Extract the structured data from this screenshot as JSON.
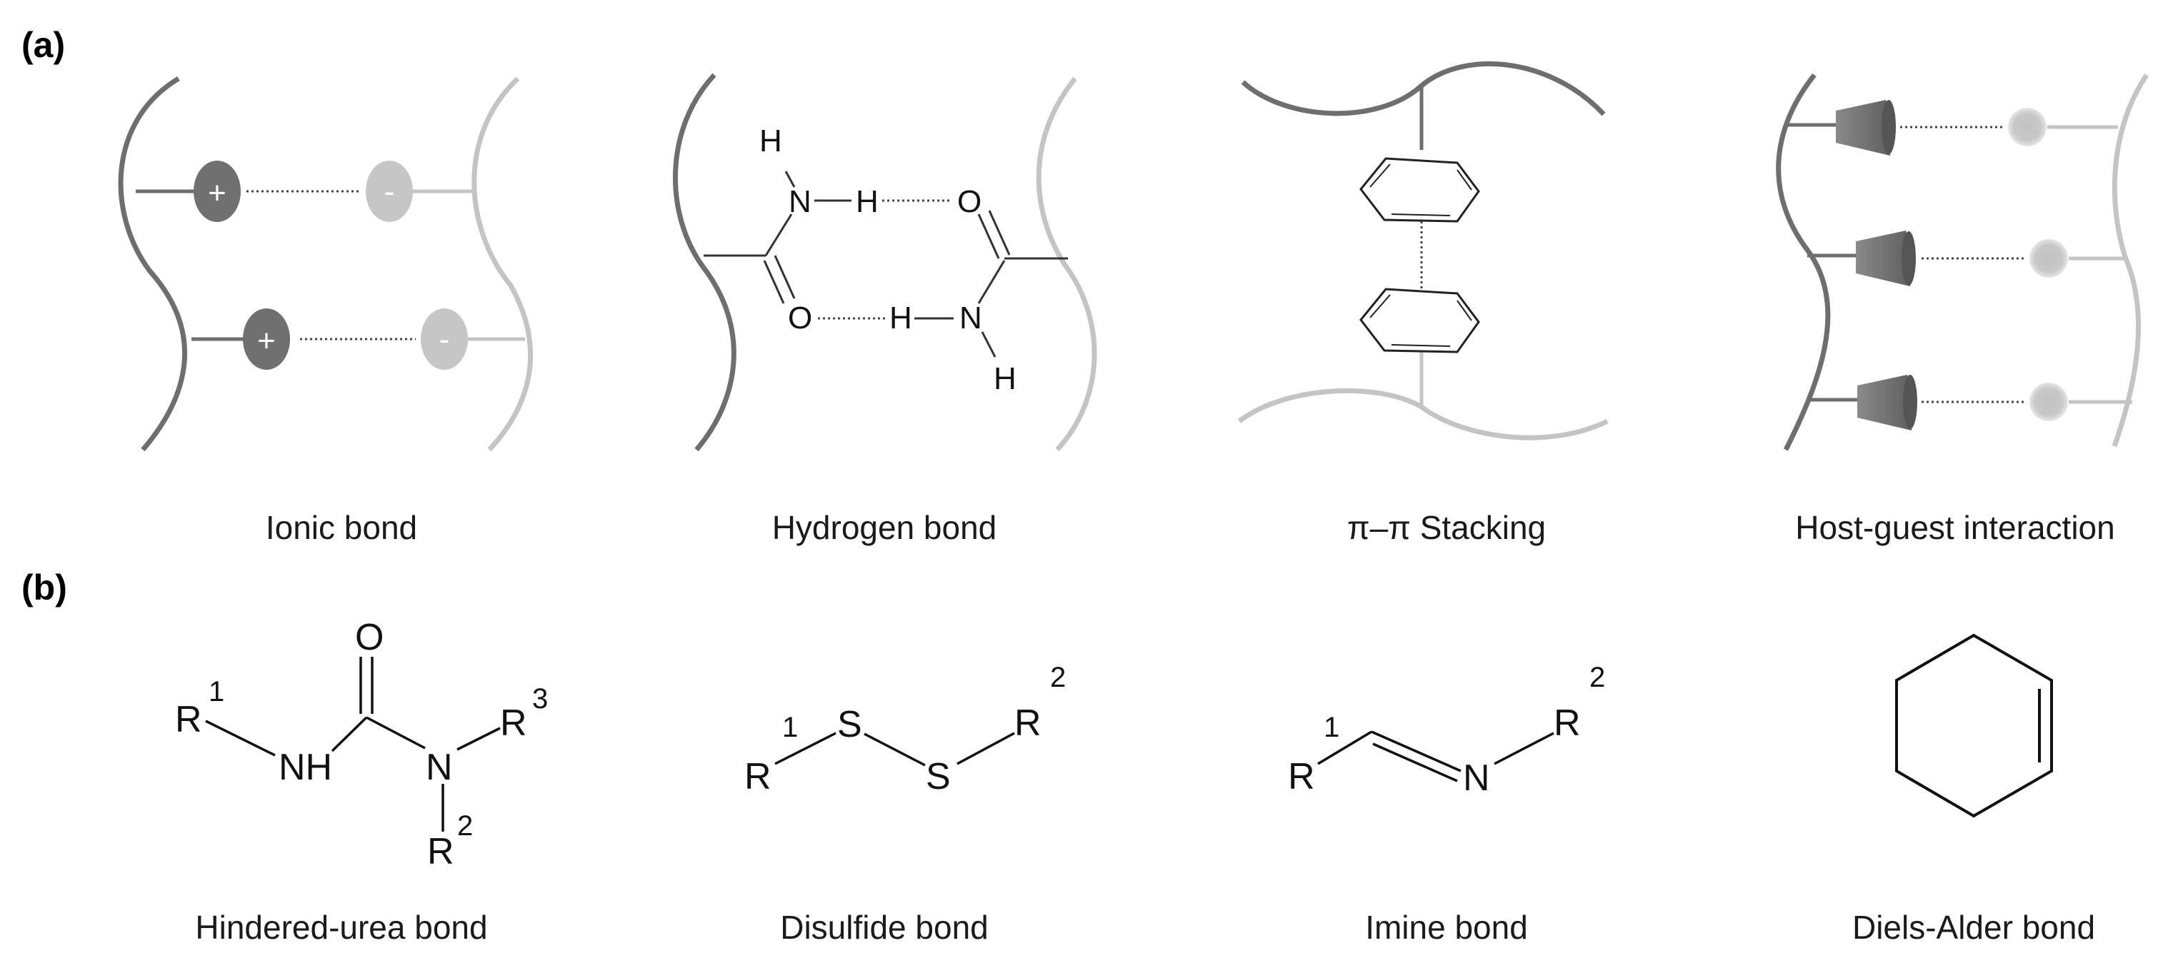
{
  "panels": {
    "a": {
      "label": "(a)"
    },
    "b": {
      "label": "(b)"
    }
  },
  "interactions_a": [
    {
      "id": "ionic",
      "caption": "Ionic bond",
      "plus_sign": "+",
      "minus_sign": "-"
    },
    {
      "id": "hydrogen",
      "caption": "Hydrogen bond",
      "atoms": {
        "H_top": "H",
        "N1": "N",
        "H1": "H",
        "O1": "O",
        "O2": "O",
        "H2": "H",
        "N2": "N",
        "H_bottom": "H"
      }
    },
    {
      "id": "pi",
      "caption": "π–π Stacking"
    },
    {
      "id": "hostguest",
      "caption": "Host-guest interaction"
    }
  ],
  "bonds_b": [
    {
      "id": "urea",
      "caption": "Hindered-urea bond",
      "atoms": {
        "O": "O",
        "R1": "R",
        "R1_sup": "1",
        "NH": "NH",
        "N": "N",
        "R3": "R",
        "R3_sup": "3",
        "R2": "R",
        "R2_sup": "2"
      }
    },
    {
      "id": "disulfide",
      "caption": "Disulfide bond",
      "atoms": {
        "R1": "R",
        "R1_sup": "1",
        "S1": "S",
        "S2": "S",
        "R2": "R",
        "R2_sup": "2"
      }
    },
    {
      "id": "imine",
      "caption": "Imine bond",
      "atoms": {
        "R1": "R",
        "R1_sup": "1",
        "N": "N",
        "R2": "R",
        "R2_sup": "2"
      }
    },
    {
      "id": "dielsalder",
      "caption": "Diels-Alder bond"
    }
  ],
  "colors": {
    "dark_gray": "#6e6e6e",
    "light_gray": "#c4c4c4",
    "ion_dark": "#707070",
    "ion_light": "#c6c6c6",
    "host": "#666666",
    "guest": "#bdbdbd",
    "ink": "#111111"
  }
}
